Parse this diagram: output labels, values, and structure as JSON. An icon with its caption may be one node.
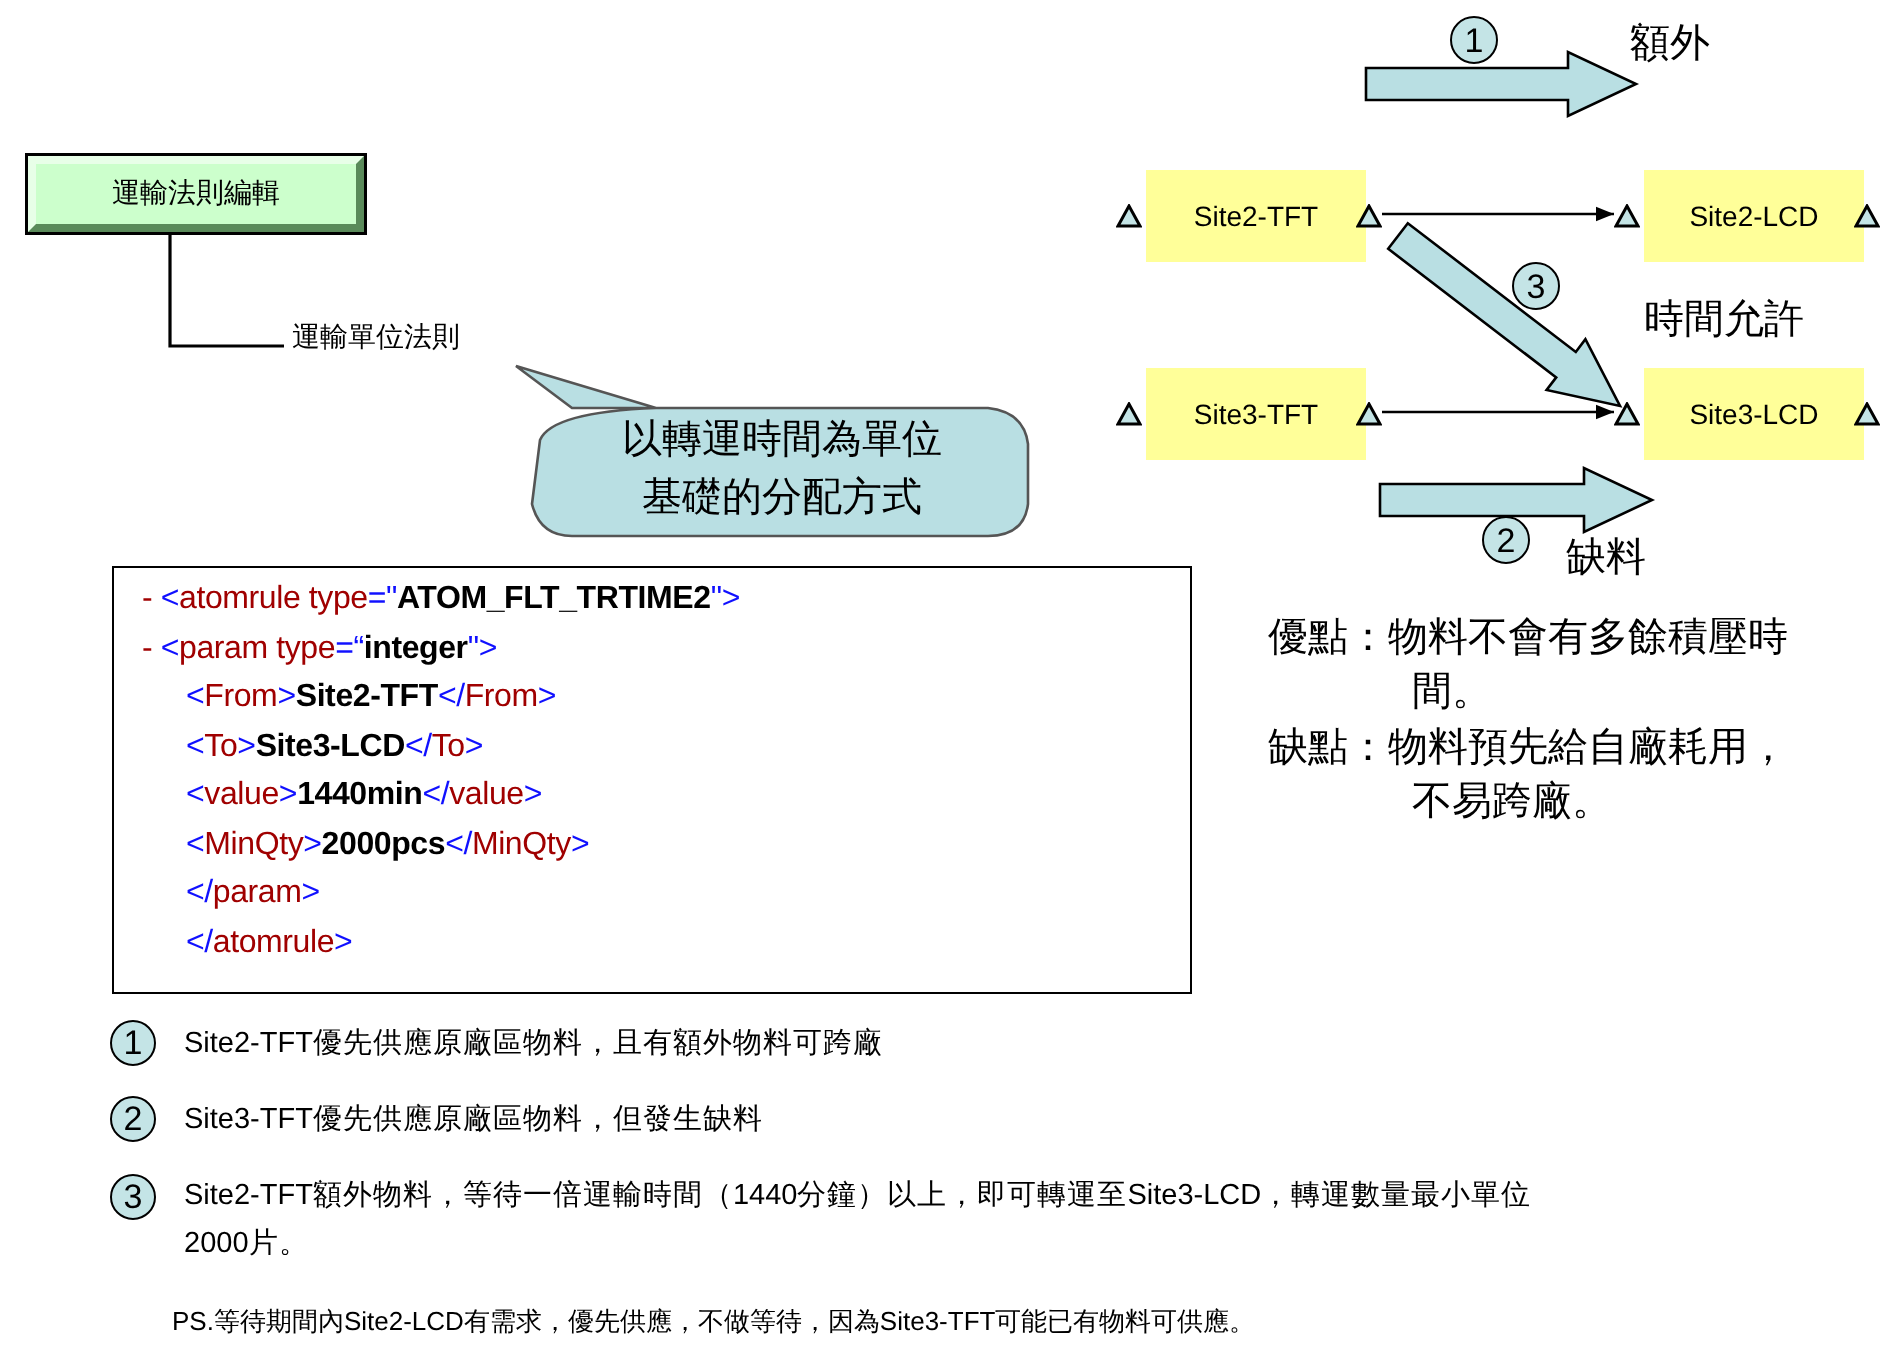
{
  "diagram": {
    "nodes": [
      {
        "text": [
          "運輸法則編輯"
        ]
      },
      {
        "text": [
          "1"
        ]
      },
      {
        "text": [],
        "shape": "triangle"
      },
      {
        "text": [
          "Site2-TFT"
        ]
      },
      {
        "text": [],
        "shape": "triangle"
      },
      {
        "text": [],
        "shape": "triangle"
      },
      {
        "text": [
          "Site2-LCD"
        ]
      },
      {
        "text": [],
        "shape": "triangle"
      },
      {
        "text": [
          "3"
        ]
      },
      {
        "text": [
          "運輸單位法則"
        ]
      },
      {
        "text": [
          "以轉運時間為單位基礎的分配方式"
        ]
      },
      {
        "text": [],
        "shape": "triangle"
      },
      {
        "text": [
          "Site3-TFT"
        ]
      },
      {
        "text": [],
        "shape": "triangle"
      },
      {
        "text": [],
        "shape": "triangle"
      },
      {
        "text": [
          "Site3-LCD"
        ]
      },
      {
        "text": [],
        "shape": "triangle"
      },
      {
        "text": [
          "2"
        ]
      },
      {
        "text": [
          "- <atomrule type=\"**ATOM_FLT_TRTIME2**\">",
          "- <param type=“**integer**\">",
          "<From>**Site2-TFT**</From>",
          "<To>**Site3-LCD**</To>",
          "<value>**1440min**</value>",
          "<MinQty>**2000pcs**</MinQty>",
          "</param>",
          "</atomrule>"
        ]
      },
      {
        "text": [
          "1"
        ],
        "beside": [
          "Site2-TFT優先供應原廠區物料，且有額外物料可跨廠"
        ]
      },
      {
        "text": [
          "2"
        ],
        "beside": [
          "Site3-TFT優先供應原廠區物料，但發生缺料"
        ]
      },
      {
        "text": [
          "3"
        ],
        "beside": [
          "Site2-TFT額外物料，等待一倍運輸時間（1440分鐘）以上，即可轉運至Site3-LCD，轉運數量最小單位2000片。"
        ]
      }
    ],
    "edges": [
      {
        "from": 0,
        "to": 9,
        "arrow": "none"
      },
      {
        "from": 4,
        "to": 5,
        "arrow": "to"
      },
      {
        "from": 13,
        "to": 14,
        "arrow": "to"
      },
      {
        "from": 4,
        "to": 14,
        "arrow": "to",
        "style": "thick",
        "color": "#b9dfe3"
      },
      {
        "from": 3,
        "to": 6,
        "arrow": "to",
        "style": "thick",
        "color": "#b9dfe3"
      },
      {
        "from": 12,
        "to": 15,
        "arrow": "to",
        "style": "thick",
        "color": "#b9dfe3"
      }
    ],
    "labels": [
      "額外",
      "時間允許",
      "缺料",
      "優點：物料不會有多餘積壓時間。",
      "缺點：物料預先給自廠耗用，不易跨廠。",
      "PS.等待期間內Site2-LCD有需求，優先供應，不做等待，因為Site3-TFT可能已有物料可供應。"
    ]
  }
}
